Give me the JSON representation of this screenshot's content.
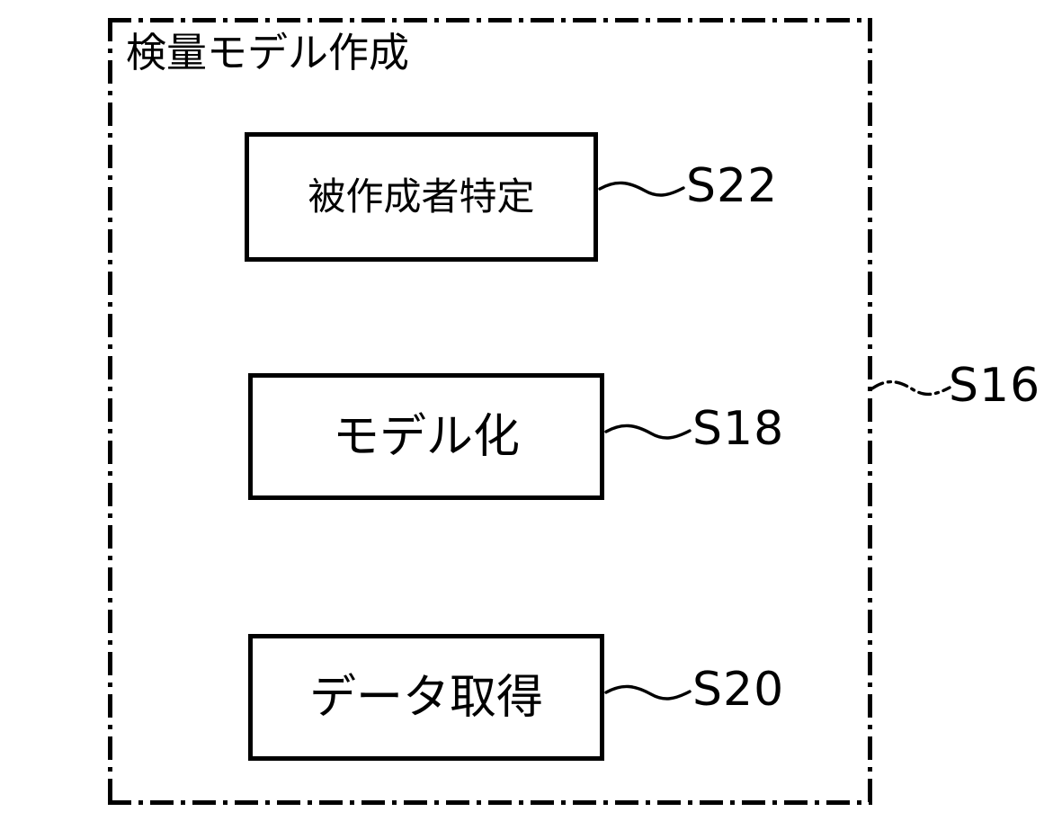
{
  "figure": {
    "scope": {
      "title": "検量モデル作成",
      "step_label": "S16",
      "border_style": "dash-dot",
      "color": "#000000"
    },
    "steps": [
      {
        "label": "被作成者特定",
        "step_label": "S22",
        "order": 1
      },
      {
        "label": "モデル化",
        "step_label": "S18",
        "order": 2
      },
      {
        "label": "データ取得",
        "step_label": "S20",
        "order": 3
      }
    ]
  }
}
